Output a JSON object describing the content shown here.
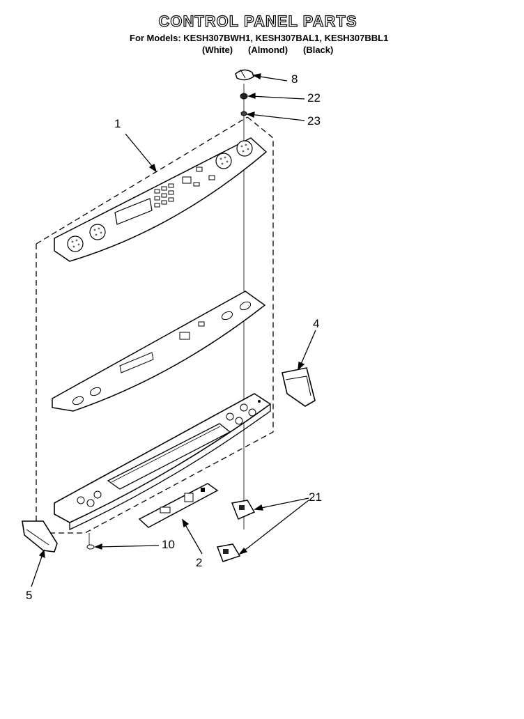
{
  "header": {
    "title": "CONTROL PANEL PARTS",
    "models": "For Models: KESH307BWH1, KESH307BAL1, KESH307BBL1",
    "colors": [
      "(White)",
      "(Almond)",
      "(Black)"
    ]
  },
  "callouts": {
    "p8": "8",
    "p22": "22",
    "p23": "23",
    "p1": "1",
    "p4": "4",
    "p21": "21",
    "p10": "10",
    "p2": "2",
    "p5": "5"
  }
}
